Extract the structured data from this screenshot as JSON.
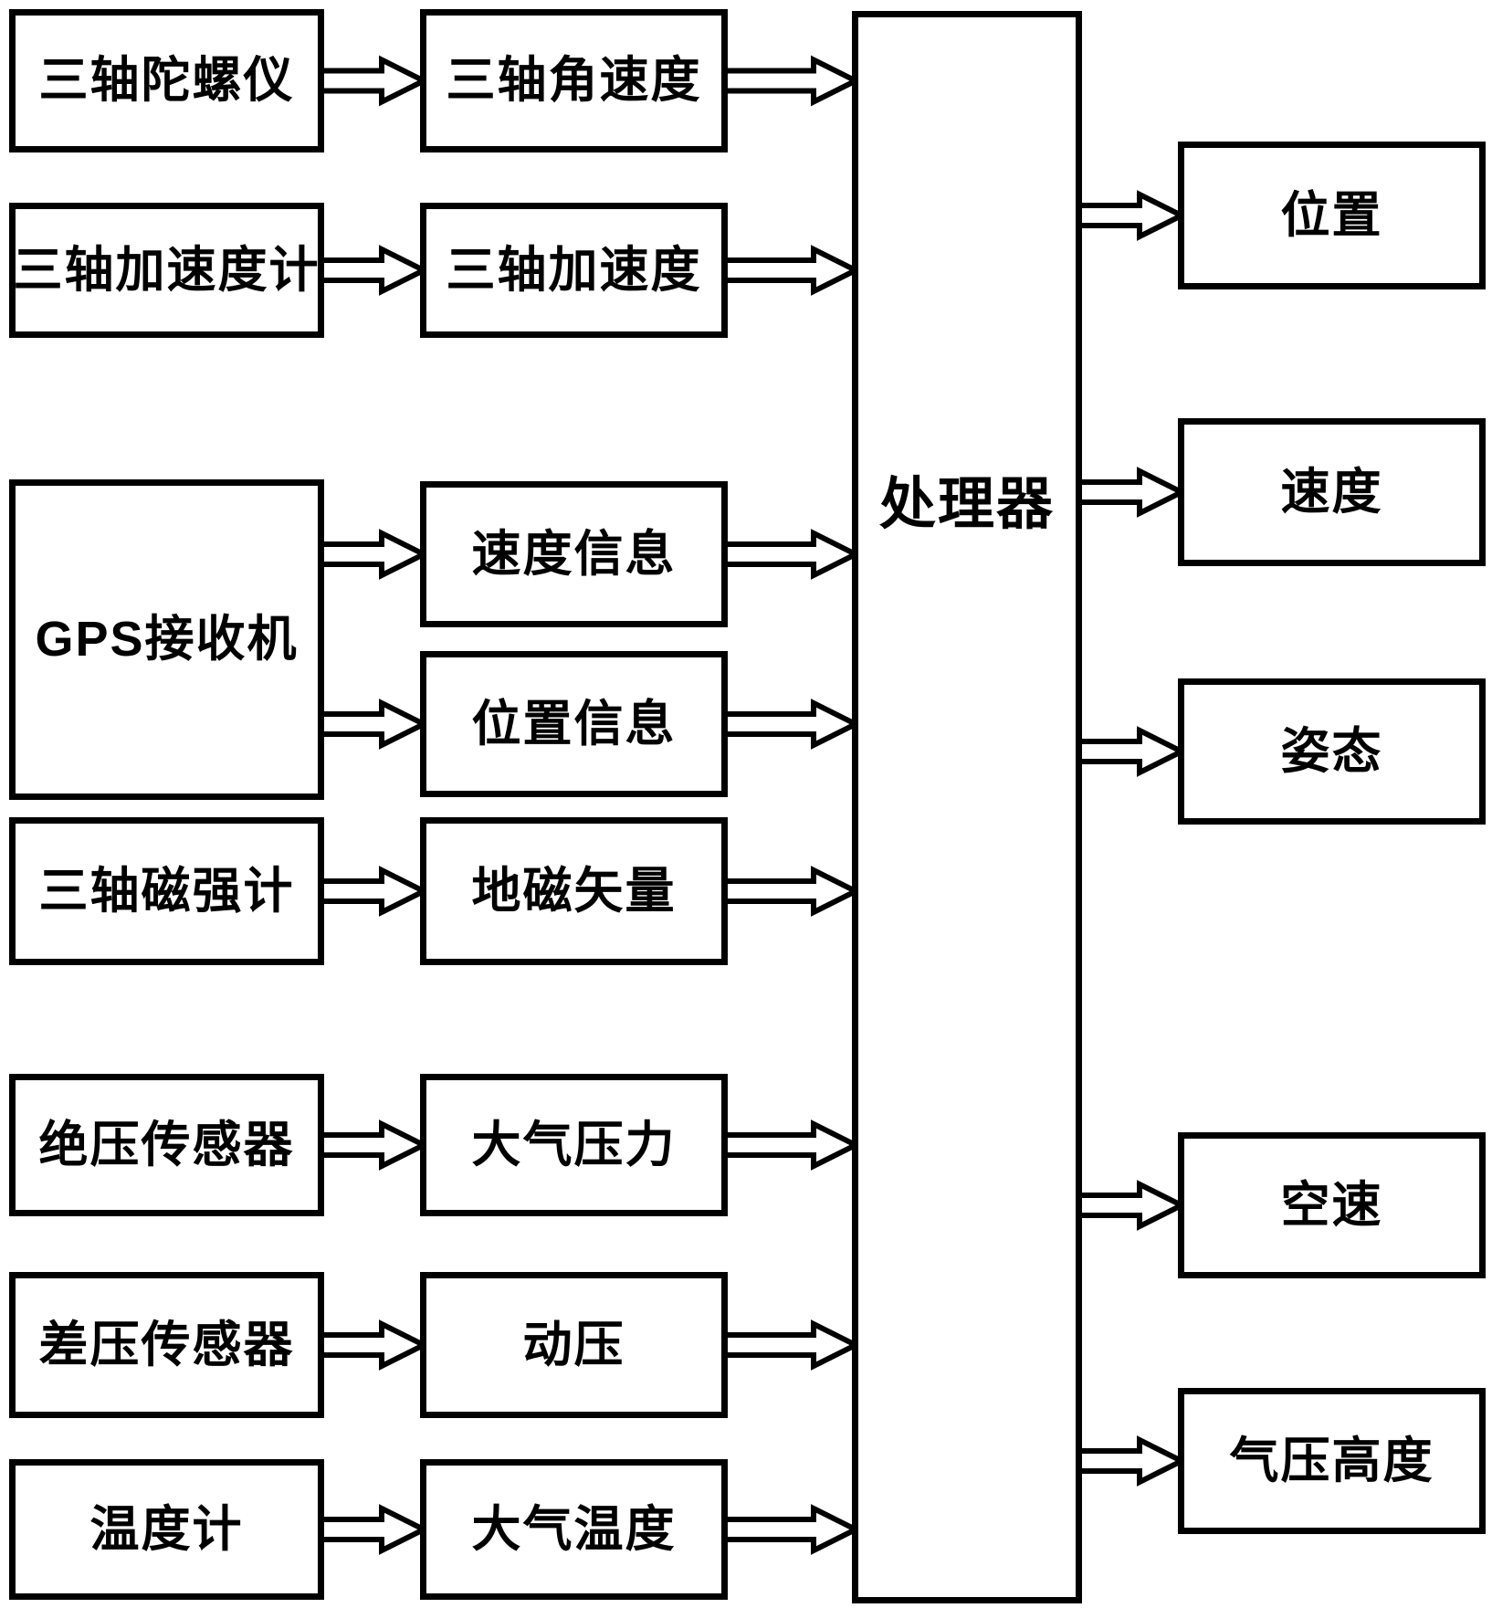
{
  "figure": {
    "background_color": "#ffffff",
    "line_color": "#000000",
    "sensors": [
      {
        "id": "gyroscope",
        "label": "三轴陀螺仪"
      },
      {
        "id": "accelerometer",
        "label": "三轴加速度计"
      },
      {
        "id": "gps-receiver",
        "label": "GPS接收机"
      },
      {
        "id": "magnetometer",
        "label": "三轴磁强计"
      },
      {
        "id": "absolute-pressure-sensor",
        "label": "绝压传感器"
      },
      {
        "id": "differential-pressure-sensor",
        "label": "差压传感器"
      },
      {
        "id": "thermometer",
        "label": "温度计"
      }
    ],
    "measurements": [
      {
        "id": "angular-rate",
        "label": "三轴角速度"
      },
      {
        "id": "acceleration",
        "label": "三轴加速度"
      },
      {
        "id": "velocity-info",
        "label": "速度信息"
      },
      {
        "id": "position-info",
        "label": "位置信息"
      },
      {
        "id": "geomagnetic-vector",
        "label": "地磁矢量"
      },
      {
        "id": "atmospheric-pressure",
        "label": "大气压力"
      },
      {
        "id": "dynamic-pressure",
        "label": "动压"
      },
      {
        "id": "air-temperature",
        "label": "大气温度"
      }
    ],
    "processor": {
      "id": "processor",
      "label": "处理器"
    },
    "outputs": [
      {
        "id": "position",
        "label": "位置"
      },
      {
        "id": "velocity",
        "label": "速度"
      },
      {
        "id": "attitude",
        "label": "姿态"
      },
      {
        "id": "airspeed",
        "label": "空速"
      },
      {
        "id": "barometric-altitude",
        "label": "气压高度"
      }
    ],
    "connections": [
      {
        "from": "gyroscope",
        "to": "angular-rate"
      },
      {
        "from": "accelerometer",
        "to": "acceleration"
      },
      {
        "from": "gps-receiver",
        "to": "velocity-info"
      },
      {
        "from": "gps-receiver",
        "to": "position-info"
      },
      {
        "from": "magnetometer",
        "to": "geomagnetic-vector"
      },
      {
        "from": "absolute-pressure-sensor",
        "to": "atmospheric-pressure"
      },
      {
        "from": "differential-pressure-sensor",
        "to": "dynamic-pressure"
      },
      {
        "from": "thermometer",
        "to": "air-temperature"
      },
      {
        "from": "angular-rate",
        "to": "processor"
      },
      {
        "from": "acceleration",
        "to": "processor"
      },
      {
        "from": "velocity-info",
        "to": "processor"
      },
      {
        "from": "position-info",
        "to": "processor"
      },
      {
        "from": "geomagnetic-vector",
        "to": "processor"
      },
      {
        "from": "atmospheric-pressure",
        "to": "processor"
      },
      {
        "from": "dynamic-pressure",
        "to": "processor"
      },
      {
        "from": "air-temperature",
        "to": "processor"
      },
      {
        "from": "processor",
        "to": "position"
      },
      {
        "from": "processor",
        "to": "velocity"
      },
      {
        "from": "processor",
        "to": "attitude"
      },
      {
        "from": "processor",
        "to": "airspeed"
      },
      {
        "from": "processor",
        "to": "barometric-altitude"
      }
    ]
  }
}
